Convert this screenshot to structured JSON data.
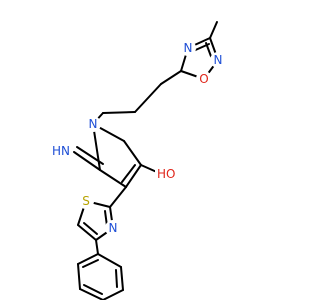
{
  "molecule": {
    "atoms": {
      "oxadiazole_n_top": {
        "text": "N",
        "color": "#1f4fd6"
      },
      "oxadiazole_o": {
        "text": "O",
        "color": "#e0261b"
      },
      "oxadiazole_n_bottom": {
        "text": "N",
        "color": "#1f4fd6"
      },
      "pyrroline_n": {
        "text": "N",
        "color": "#1f4fd6"
      },
      "imine": {
        "text": "HN",
        "color": "#1f4fd6"
      },
      "hydroxyl": {
        "text": "HO",
        "color": "#e0261b"
      },
      "thiazole_s": {
        "text": "S",
        "color": "#b7a300"
      },
      "thiazole_n": {
        "text": "N",
        "color": "#1f4fd6"
      }
    },
    "bond_color": "#000000",
    "background": "#ffffff"
  }
}
